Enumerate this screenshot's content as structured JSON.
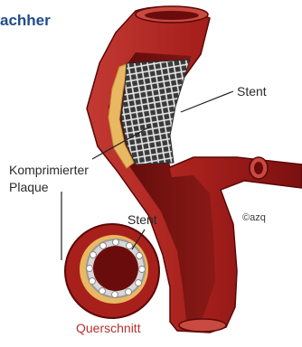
{
  "header": {
    "title": "achher"
  },
  "labels": {
    "stent_top": "Stent",
    "plaque_line1": "Komprimierter",
    "plaque_line2": "Plaque",
    "stent_cross": "Stent",
    "copyright": "©azq",
    "cross_section": "Querschnitt"
  },
  "colors": {
    "title": "#1e4d8c",
    "vessel_outer": "#9e1c1c",
    "vessel_inner": "#6e0e0e",
    "plaque": "#e9b862",
    "stent": "#c9c9c9",
    "cross_section_label": "#b5322c"
  }
}
